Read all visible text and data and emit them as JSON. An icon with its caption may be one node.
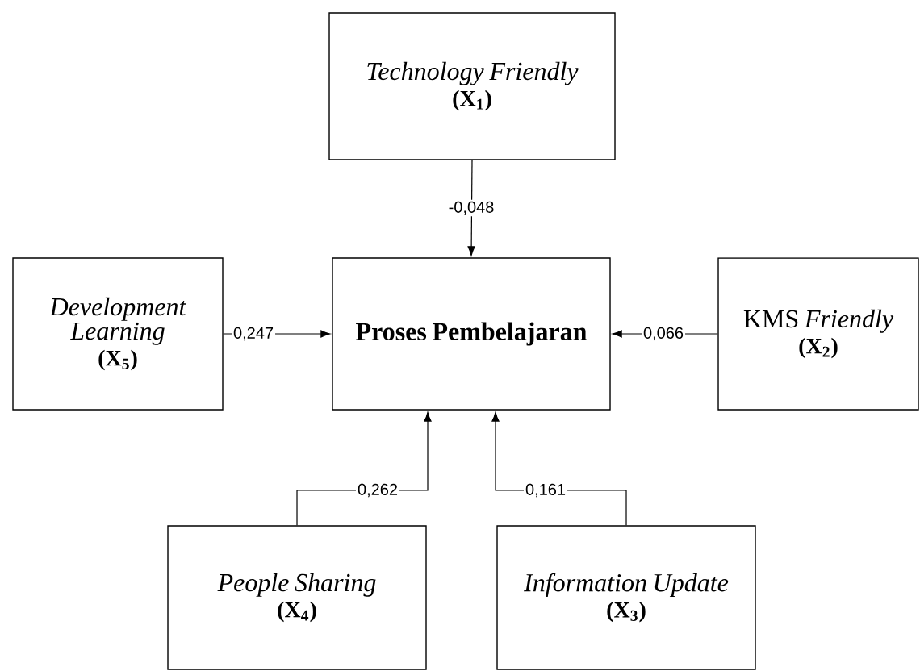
{
  "diagram": {
    "nodes": [
      {
        "text": [
          "Technology Friendly",
          "(X$_{1}$)"
        ]
      },
      {
        "text": [
          "Development Learning",
          "(X$_{5}$)"
        ]
      },
      {
        "text": [
          "Proses Pembelajaran"
        ]
      },
      {
        "text": [
          "KMS *Friendly*",
          "(X$_{2}$)"
        ]
      },
      {
        "text": [
          "People Sharing",
          "(X$_{4}$)"
        ]
      },
      {
        "text": [
          "Information Update",
          "(X$_{3}$)"
        ]
      }
    ],
    "edges": [
      {
        "from": 0,
        "to": 2,
        "arrow": "to",
        "label": "-0,048"
      },
      {
        "from": 1,
        "to": 2,
        "arrow": "to",
        "label": "0,247"
      },
      {
        "from": 3,
        "to": 2,
        "arrow": "to",
        "label": "0,066"
      },
      {
        "from": 4,
        "to": 2,
        "arrow": "to",
        "label": "0,262"
      },
      {
        "from": 5,
        "to": 2,
        "arrow": "to",
        "label": "0,161"
      }
    ]
  }
}
